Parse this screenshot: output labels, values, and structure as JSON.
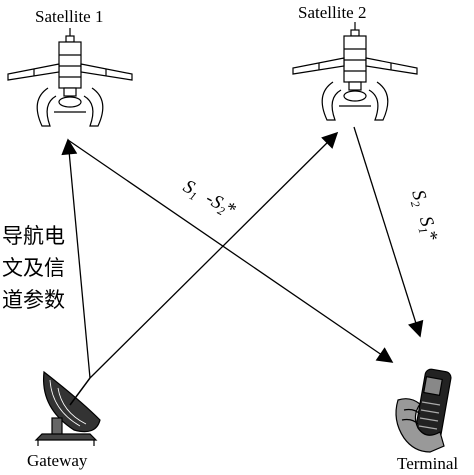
{
  "nodes": {
    "satellite_1": {
      "label": "Satellite 1",
      "icon": "satellite-icon"
    },
    "satellite_2": {
      "label": "Satellite 2",
      "icon": "satellite-icon"
    },
    "gateway": {
      "label": "Gateway",
      "icon": "satellite-dish-icon"
    },
    "terminal": {
      "label": "Terminal",
      "icon": "mobile-phone-icon"
    }
  },
  "links": {
    "gateway_to_sat1": {
      "text_lines": [
        "导航电",
        "文及信",
        "道参数"
      ]
    },
    "sat1_to_terminal": {
      "s1": "S",
      "s1_sub": "1",
      "minus": "-S",
      "minus_sub": "2",
      "star": "*"
    },
    "sat2_to_terminal": {
      "s2": "S",
      "s2_sub": "2",
      "s1": "S",
      "s1_sub": "1",
      "star": "*"
    }
  }
}
